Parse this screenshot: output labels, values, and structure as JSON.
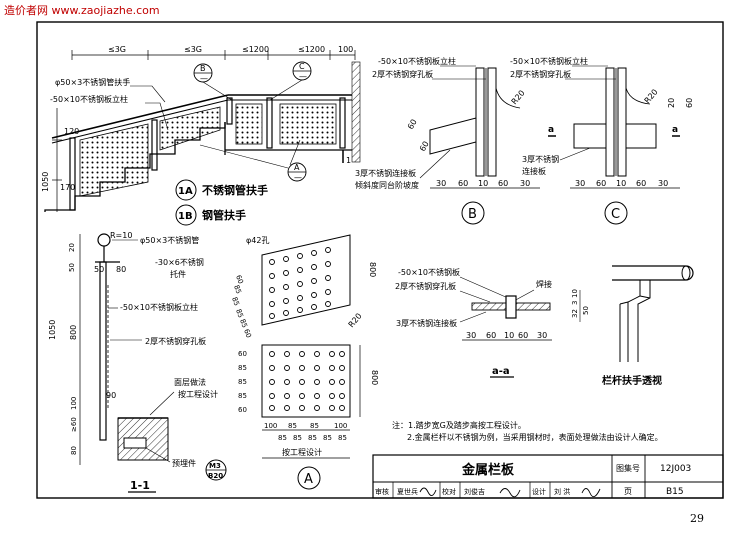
{
  "site_label": "造价者网 www.zaojiazhe.com",
  "page_number": "29",
  "elevation": {
    "dims_top": [
      "≤3G",
      "≤3G",
      "≤1200",
      "≤1200",
      "100"
    ],
    "label_handrail": "φ50×3不锈钢管扶手",
    "label_post": "-50×10不锈钢板立柱",
    "dim_120": "120",
    "dim_170": "170",
    "dim_1050": "1050",
    "callout_b": "B",
    "callout_c": "C",
    "callout_a": "A",
    "callout_sheet": "—",
    "section_mark": "1",
    "legend_1a_num": "1A",
    "legend_1a_text": "不锈钢管扶手",
    "legend_1b_num": "1B",
    "legend_1b_text": "钢管扶手"
  },
  "detail_b": {
    "label_post": "-50×10不锈钢板立柱",
    "label_plate": "2厚不锈钢穿孔板",
    "label_conn1": "3厚不锈钢连接板",
    "label_conn2": "倾斜度同台阶坡度",
    "radius": "R20",
    "dim_60a": "60",
    "dim_60b": "60",
    "dims_bottom": [
      "30",
      "60",
      "10",
      "60",
      "30"
    ],
    "title": "B"
  },
  "detail_c": {
    "label_post": "-50×10不锈钢板立柱",
    "label_plate": "2厚不锈钢穿孔板",
    "label_conn1": "3厚不锈钢",
    "label_conn2": "连接板",
    "radius": "R20",
    "dim_20": "20",
    "dim_60": "60",
    "cut_a1": "a",
    "cut_a2": "a",
    "dims_bottom": [
      "30",
      "60",
      "10",
      "60",
      "30"
    ],
    "title": "C"
  },
  "section_1": {
    "radius": "R=10",
    "label_handrail": "φ50×3不锈钢管",
    "dim_20": "20",
    "dim_50": "50",
    "dim_80": "80",
    "dim_50b": "50",
    "label_bracket1": "-30×6不锈钢",
    "label_bracket2": "托件",
    "label_post": "-50×10不锈钢板立柱",
    "dim_1050": "1050",
    "dim_800": "800",
    "label_plate": "2厚不锈钢穿孔板",
    "dim_90": "90",
    "label_floor1": "面层做法",
    "label_floor2": "按工程设计",
    "dim_100": "100",
    "dim_ge60": "≥60",
    "dim_80b": "80",
    "label_embed": "预埋件",
    "embed_top": "M3",
    "embed_bot": "B20",
    "title": "1-1"
  },
  "detail_a": {
    "label_hole": "φ42孔",
    "dim_800_diag": "800",
    "radius": "R20",
    "dims_left_skew": [
      "60",
      "85",
      "85",
      "85",
      "85",
      "60"
    ],
    "dims_left_flat": [
      "60",
      "85",
      "85",
      "85",
      "60"
    ],
    "dim_800": "800",
    "dims_bottom_top": [
      "100",
      "85",
      "85",
      "100"
    ],
    "dims_bottom_sub": [
      "85",
      "85",
      "85",
      "85",
      "85"
    ],
    "label_bottom": "按工程设计",
    "title": "A"
  },
  "section_aa": {
    "label_post": "-50×10不锈钢板",
    "label_plate": "2厚不锈钢穿孔板",
    "label_weld": "焊接",
    "label_conn": "3厚不锈钢连接板",
    "dims_bottom": [
      "30",
      "60",
      "10",
      "60",
      "30"
    ],
    "title": "a-a"
  },
  "perspective": {
    "dims": [
      "32",
      "3",
      "10",
      "50"
    ],
    "title": "栏杆扶手透视"
  },
  "notes": {
    "line1": "注：1.踏步宽G及踏步高按工程设计。",
    "line2": "2.金属栏杆以不锈钢为例，当采用钢材时，表面处理做法由设计人确定。"
  },
  "title_block": {
    "title": "金属栏板",
    "atlas_label": "图集号",
    "atlas_value": "12J003",
    "page_label": "页",
    "page_value": "B15",
    "review_label": "审核",
    "review_name": "夏世兵",
    "check_label": "校对",
    "check_name": "刘俊吉",
    "design_label": "设计",
    "design_name": "刘 洪"
  }
}
